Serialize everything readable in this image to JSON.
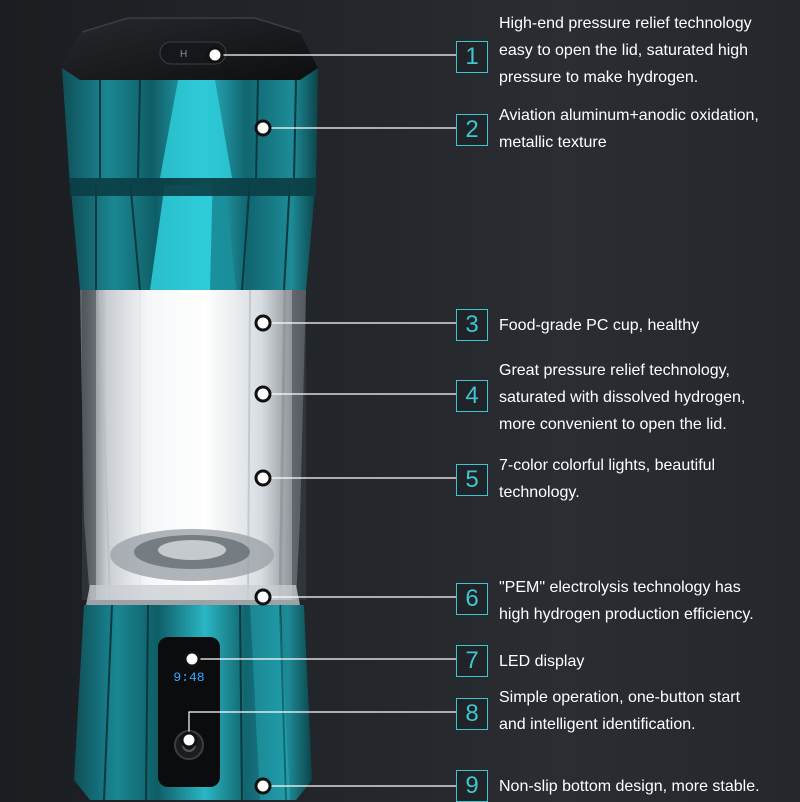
{
  "display": {
    "time": "9:48"
  },
  "features": [
    {
      "number": "1",
      "text": "High-end pressure relief technology\neasy to open the lid, saturated high\npressure to make hydrogen."
    },
    {
      "number": "2",
      "text": "Aviation aluminum+anodic oxidation,\nmetallic texture"
    },
    {
      "number": "3",
      "text": "Food-grade PC cup, healthy"
    },
    {
      "number": "4",
      "text": "Great pressure relief technology,\nsaturated with dissolved hydrogen,\nmore convenient to open the lid."
    },
    {
      "number": "5",
      "text": "7-color colorful lights, beautiful\ntechnology."
    },
    {
      "number": "6",
      "text": "\"PEM\" electrolysis technology has\nhigh hydrogen production efficiency."
    },
    {
      "number": "7",
      "text": "LED display"
    },
    {
      "number": "8",
      "text": "Simple operation, one-button start\nand intelligent identification."
    },
    {
      "number": "9",
      "text": "Non-slip bottom design, more stable."
    }
  ],
  "colors": {
    "accent": "#3ec6d0",
    "body_teal": "#1e8f9a",
    "background": "#23262b"
  },
  "icons": [
    "power-button-icon",
    "callout-dot-icon"
  ]
}
